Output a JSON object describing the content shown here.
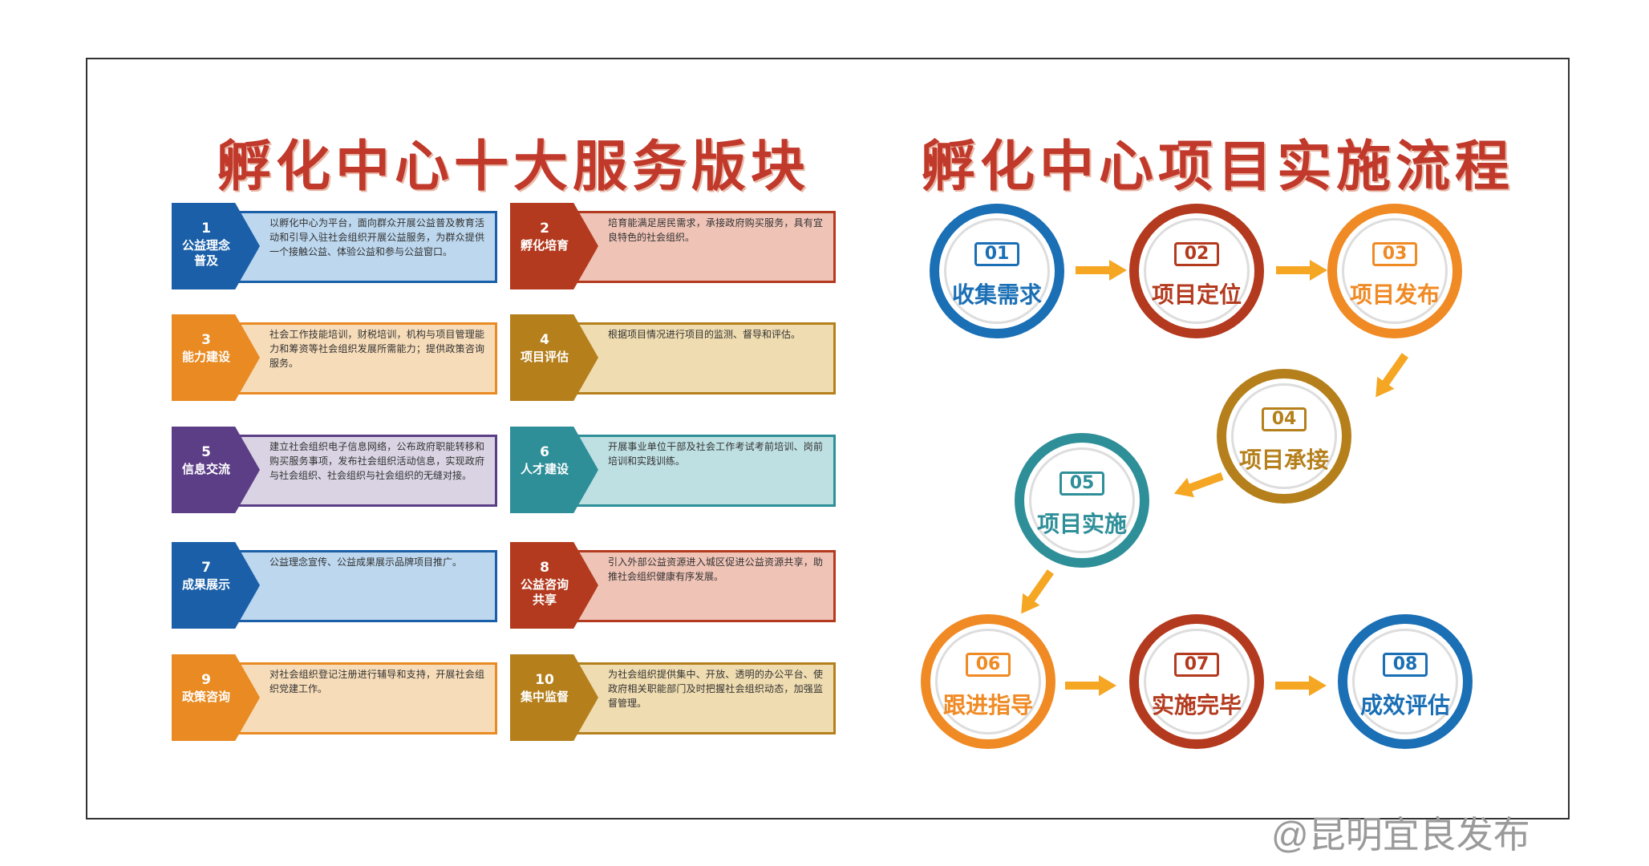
{
  "left_title": "孵化中心十大服务版块",
  "right_title": "孵化中心项目实施流程",
  "services": [
    {
      "num": "1",
      "label": "公益理念\n普及",
      "desc": "以孵化中心为平台，面向群众开展公益普及教育活动和引导入驻社会组织开展公益服务，为群众提供一个接触公益、体验公益和参与公益窗口。",
      "color": "#1a5fa8",
      "light": "#bcd7ee"
    },
    {
      "num": "2",
      "label": "孵化培育",
      "desc": "培育能满足居民需求，承接政府购买服务，具有宜良特色的社会组织。",
      "color": "#b33a1e",
      "light": "#efc3b6"
    },
    {
      "num": "3",
      "label": "能力建设",
      "desc": "社会工作技能培训，财税培训，机构与项目管理能力和筹资等社会组织发展所需能力；提供政策咨询服务。",
      "color": "#e98a22",
      "light": "#f7dcb9"
    },
    {
      "num": "4",
      "label": "项目评估",
      "desc": "根据项目情况进行项目的监测、督导和评估。",
      "color": "#b5801c",
      "light": "#efdcb0"
    },
    {
      "num": "5",
      "label": "信息交流",
      "desc": "建立社会组织电子信息网络，公布政府职能转移和购买服务事项，发布社会组织活动信息，实现政府与社会组织、社会组织与社会组织的无缝对接。",
      "color": "#5c3e86",
      "light": "#d9d3e3"
    },
    {
      "num": "6",
      "label": "人才建设",
      "desc": "开展事业单位干部及社会工作考试考前培训、岗前培训和实践训练。",
      "color": "#2e8f99",
      "light": "#bfe0e3"
    },
    {
      "num": "7",
      "label": "成果展示",
      "desc": "公益理念宣传、公益成果展示品牌项目推广。",
      "color": "#1a5fa8",
      "light": "#bcd7ee"
    },
    {
      "num": "8",
      "label": "公益咨询\n共享",
      "desc": "引入外部公益资源进入城区促进公益资源共享，助推社会组织健康有序发展。",
      "color": "#b33a1e",
      "light": "#efc3b6"
    },
    {
      "num": "9",
      "label": "政策咨询",
      "desc": "对社会组织登记注册进行辅导和支持，开展社会组织党建工作。",
      "color": "#e98a22",
      "light": "#f7dcb9"
    },
    {
      "num": "10",
      "label": "集中监督",
      "desc": "为社会组织提供集中、开放、透明的办公平台、使政府相关职能部门及时把握社会组织动态，加强监督管理。",
      "color": "#b5801c",
      "light": "#efdcb0"
    }
  ],
  "steps": [
    {
      "num": "01",
      "label": "收集需求",
      "color": "#1a6fb5"
    },
    {
      "num": "02",
      "label": "项目定位",
      "color": "#b33a1e"
    },
    {
      "num": "03",
      "label": "项目发布",
      "color": "#f08a24"
    },
    {
      "num": "04",
      "label": "项目承接",
      "color": "#b5801c"
    },
    {
      "num": "05",
      "label": "项目实施",
      "color": "#2e8f99"
    },
    {
      "num": "06",
      "label": "跟进指导",
      "color": "#f08a24"
    },
    {
      "num": "07",
      "label": "实施完毕",
      "color": "#b33a1e"
    },
    {
      "num": "08",
      "label": "成效评估",
      "color": "#1a6fb5"
    }
  ],
  "arrow_color": "#f5a623",
  "watermark": "@昆明宜良发布"
}
